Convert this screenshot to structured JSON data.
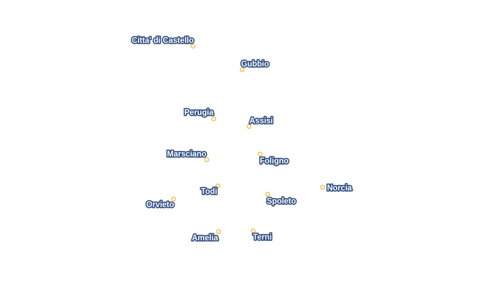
{
  "map": {
    "towns": [
      {
        "name": "Citta' di Castello",
        "icon": "town-marker-icon"
      },
      {
        "name": "Gubbio",
        "icon": "town-marker-icon"
      },
      {
        "name": "Perugia",
        "icon": "town-marker-icon"
      },
      {
        "name": "Assisi",
        "icon": "town-marker-icon"
      },
      {
        "name": "Marsciano",
        "icon": "town-marker-icon"
      },
      {
        "name": "Foligno",
        "icon": "town-marker-icon"
      },
      {
        "name": "Todi",
        "icon": "town-marker-icon"
      },
      {
        "name": "Norcia",
        "icon": "town-marker-icon"
      },
      {
        "name": "Spoleto",
        "icon": "town-marker-icon"
      },
      {
        "name": "Orvieto",
        "icon": "town-marker-icon"
      },
      {
        "name": "Amelia",
        "icon": "town-marker-icon"
      },
      {
        "name": "Terni",
        "icon": "town-marker-icon"
      }
    ],
    "colors": {
      "label_fill": "#ffffff",
      "label_halo": "#2b4a7e",
      "marker_stroke": "#f1b94a"
    }
  }
}
